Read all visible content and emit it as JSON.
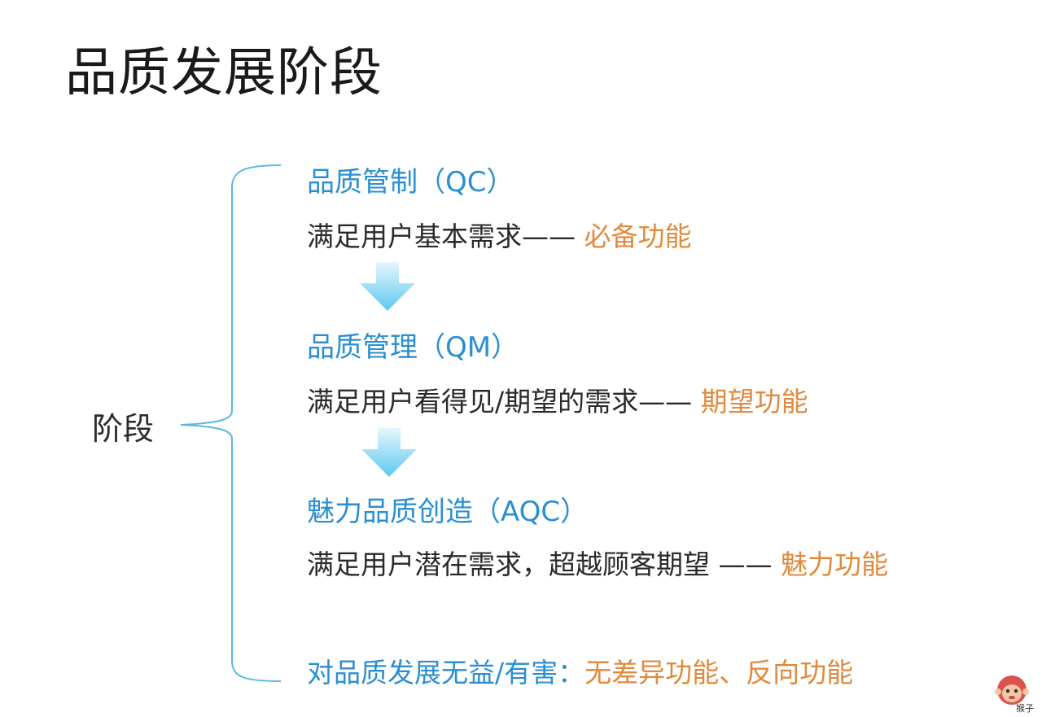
{
  "title": "品质发展阶段",
  "root": {
    "label": "阶段"
  },
  "stages": [
    {
      "title": "品质管制（QC）",
      "desc": "满足用户基本需求——",
      "feature": "必备功能"
    },
    {
      "title": "品质管理（QM）",
      "desc": "满足用户看得见/期望的需求——",
      "feature": "期望功能"
    },
    {
      "title": "魅力品质创造（AQC）",
      "desc": "满足用户潜在需求，超越顾客期望 ——",
      "feature": "魅力功能"
    }
  ],
  "footer": {
    "lead": "对品质发展无益/有害：",
    "feature": "无差异功能、反向功能"
  },
  "watermark": {
    "text": "猴子"
  },
  "colors": {
    "stage_title": "#2a8fd0",
    "feature": "#e08a3c",
    "arrow": "#5cc8f0",
    "brace": "#5bb8e0"
  }
}
